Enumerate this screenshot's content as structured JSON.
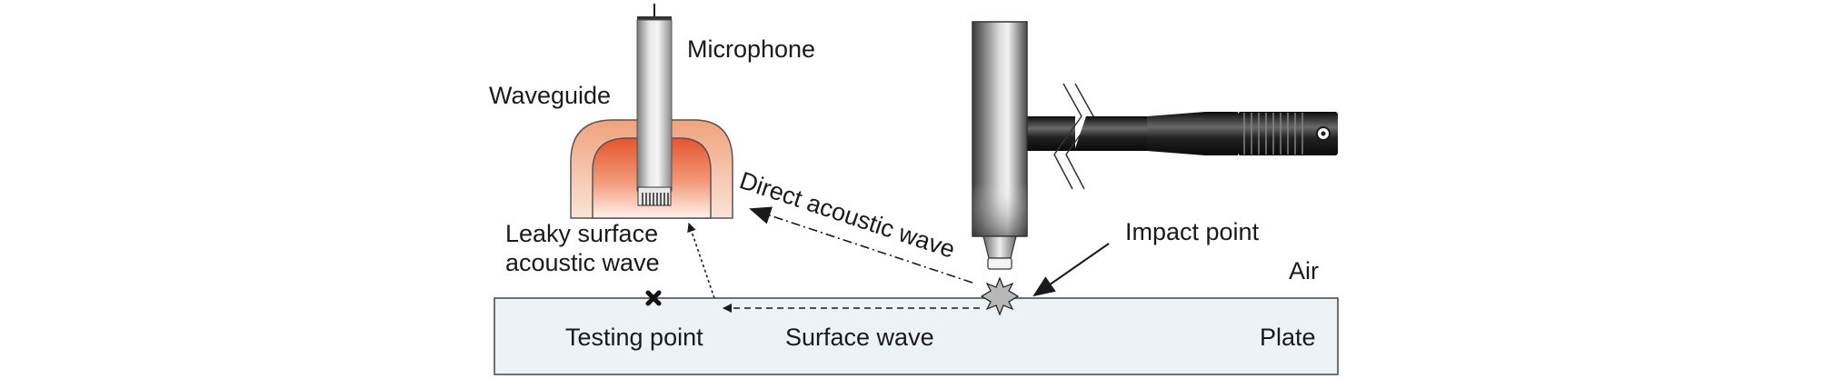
{
  "labels": {
    "microphone": "Microphone",
    "waveguide": "Waveguide",
    "leaky_line1": "Leaky surface",
    "leaky_line2": "acoustic wave",
    "direct_wave": "Direct acoustic wave",
    "impact_point": "Impact point",
    "air": "Air",
    "testing_point": "Testing point",
    "surface_wave": "Surface wave",
    "plate": "Plate"
  },
  "colors": {
    "plate_fill": "#edf2f6",
    "waveguide_outer": "#f3a57c",
    "waveguide_inner": "#e7623c",
    "hammer_dark": "#3b3b3b",
    "handle": "#141414",
    "line": "#1a1a1a"
  }
}
